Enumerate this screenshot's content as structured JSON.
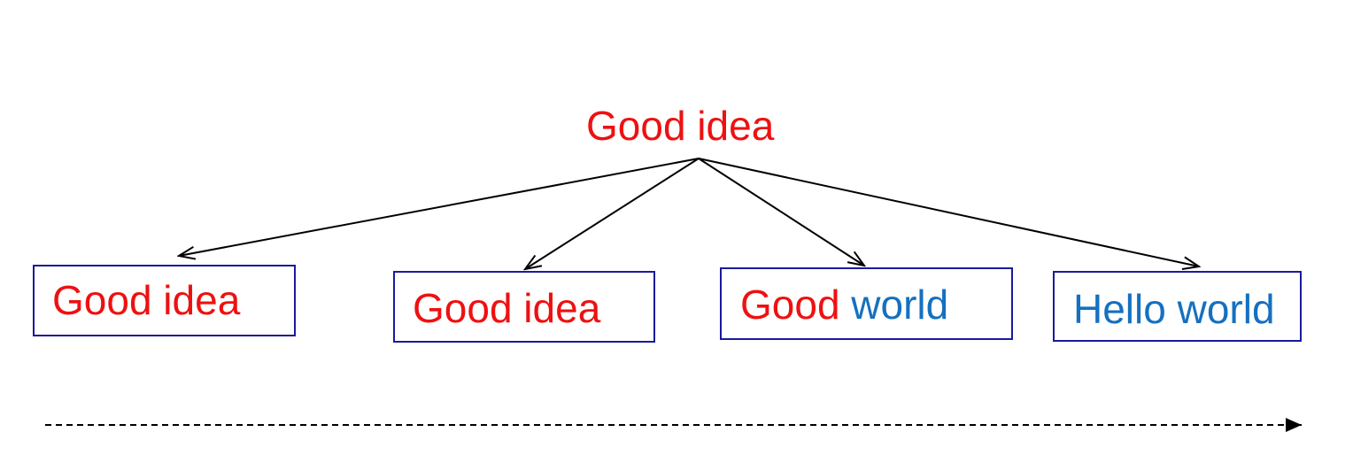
{
  "root": {
    "label": "Good idea",
    "color": "#ee1111"
  },
  "nodes": [
    {
      "parts": [
        {
          "text": "Good idea",
          "color": "red"
        }
      ]
    },
    {
      "parts": [
        {
          "text": "Good idea",
          "color": "red"
        }
      ]
    },
    {
      "parts": [
        {
          "text": "Good",
          "color": "red"
        },
        {
          "text": " world",
          "color": "blue"
        }
      ]
    },
    {
      "parts": [
        {
          "text": "Hello world",
          "color": "blue"
        }
      ]
    }
  ],
  "colors": {
    "red": "#ee1111",
    "blue": "#1570c0",
    "box_border": "#1a1a9c",
    "arrow": "#000000"
  }
}
